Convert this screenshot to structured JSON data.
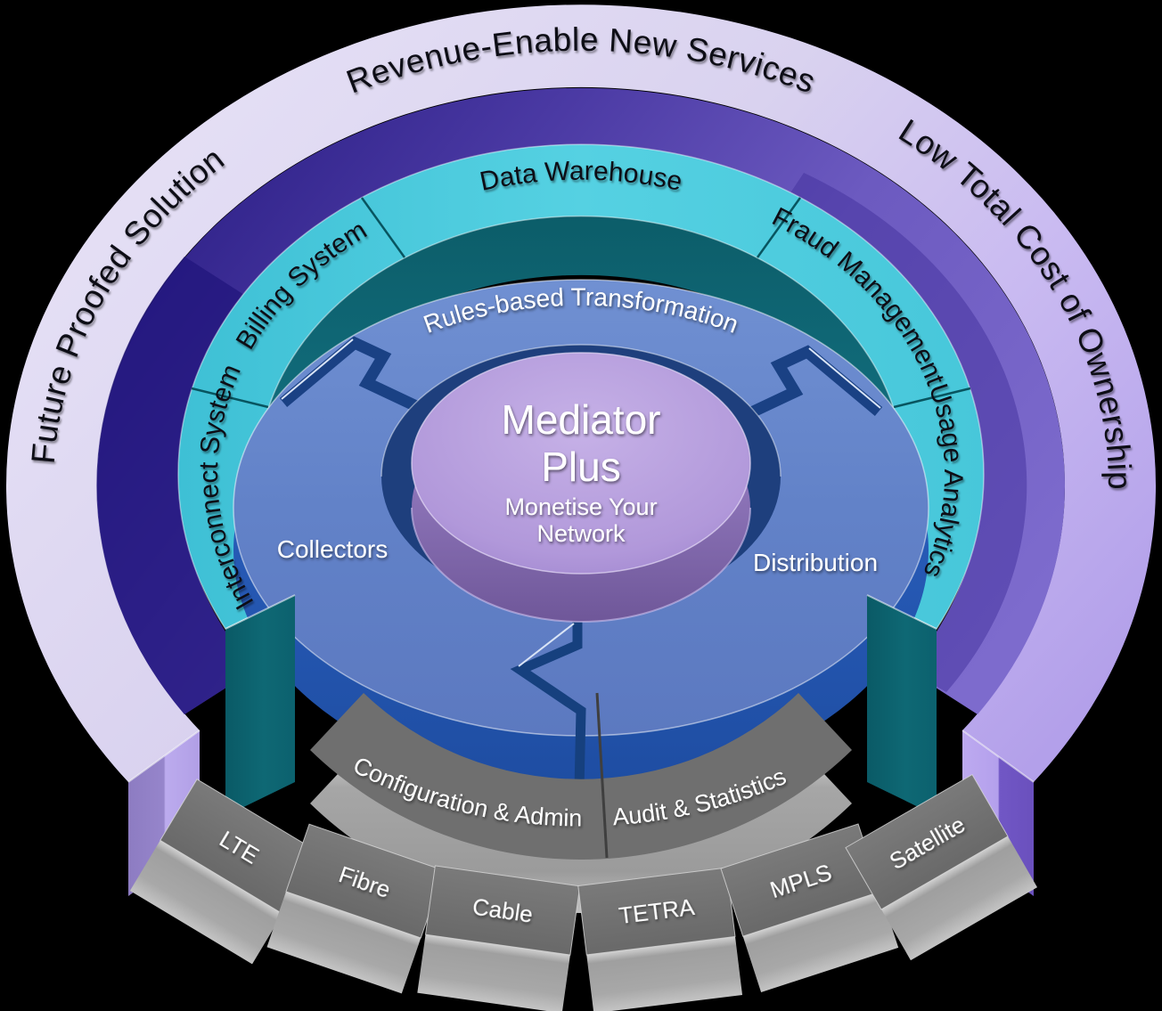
{
  "diagram": {
    "product": "Mediator Plus",
    "rings": {
      "outer": {
        "color": "#d9d2ef",
        "top": "Revenue-Enable New Services",
        "left": "Future Proofed Solution",
        "right": "Low Total Cost of Ownership"
      },
      "second_ring_color": "#5a48ae",
      "modules": {
        "color": "#4cc9dc",
        "items": [
          "Interconnect System",
          "Billing System",
          "Data Warehouse",
          "Fraud Management",
          "Usage Analytics"
        ]
      },
      "core": {
        "color": "#6787c9",
        "top": "Rules-based Transformation",
        "left": "Collectors",
        "right": "Distribution"
      },
      "center": {
        "color": "#b49ade",
        "title_lines": [
          "Mediator",
          "Plus"
        ],
        "subtitle_lines": [
          "Monetise Your",
          "Network"
        ]
      },
      "admin": {
        "color": "#6f6f6f",
        "items": [
          "Configuration & Admin",
          "Audit & Statistics"
        ]
      },
      "networks": {
        "color": "#6f6f6f",
        "items": [
          "LTE",
          "Fibre",
          "Cable",
          "TETRA",
          "MPLS",
          "Satellite"
        ]
      }
    }
  }
}
